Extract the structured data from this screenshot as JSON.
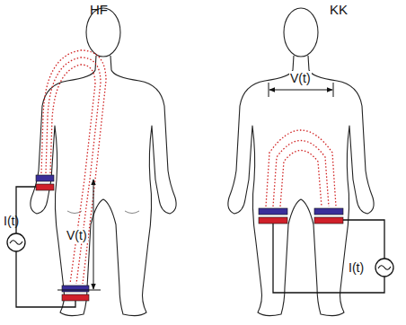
{
  "diagram": {
    "labels": [
      "HF",
      "KK",
      "I(t)",
      "V(t)",
      "V(t)",
      "I(t)"
    ]
  }
}
